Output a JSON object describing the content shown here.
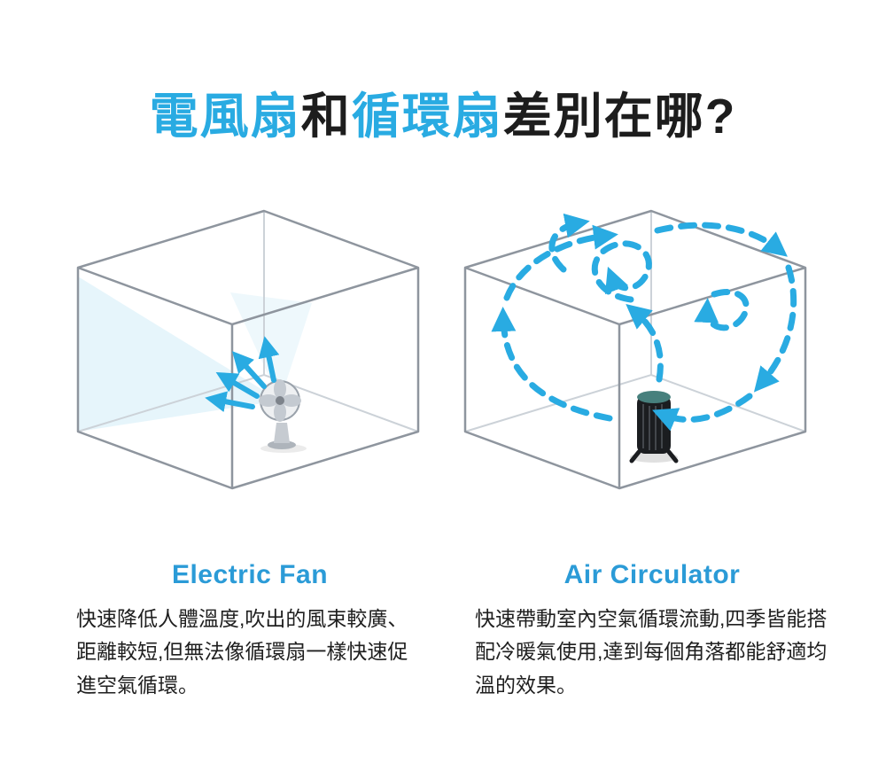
{
  "title": {
    "segment1": "電風扇",
    "segment2": "和",
    "segment3": "循環扇",
    "segment4": "差別在哪?"
  },
  "sections": {
    "electric_fan": {
      "heading": "Electric Fan",
      "description": "快速降低人體溫度,吹出的風束較廣、距離較短,但無法像循環扇一樣快速促進空氣循環。"
    },
    "air_circulator": {
      "heading": "Air Circulator",
      "description": "快速帶動室內空氣循環流動,四季皆能搭配冷暖氣使用,達到每個角落都能舒適均溫的效果。"
    }
  },
  "colors": {
    "accent": "#29abe2",
    "heading_blue": "#2b9bd7",
    "title_black": "#1d1d1d",
    "box_outline": "#8e959e",
    "glow_blue": "#c7e8f6"
  },
  "icons": {
    "electric_fan": "desk-fan-icon",
    "air_circulator": "tower-circulator-icon",
    "airflow": "arrow-icon"
  }
}
